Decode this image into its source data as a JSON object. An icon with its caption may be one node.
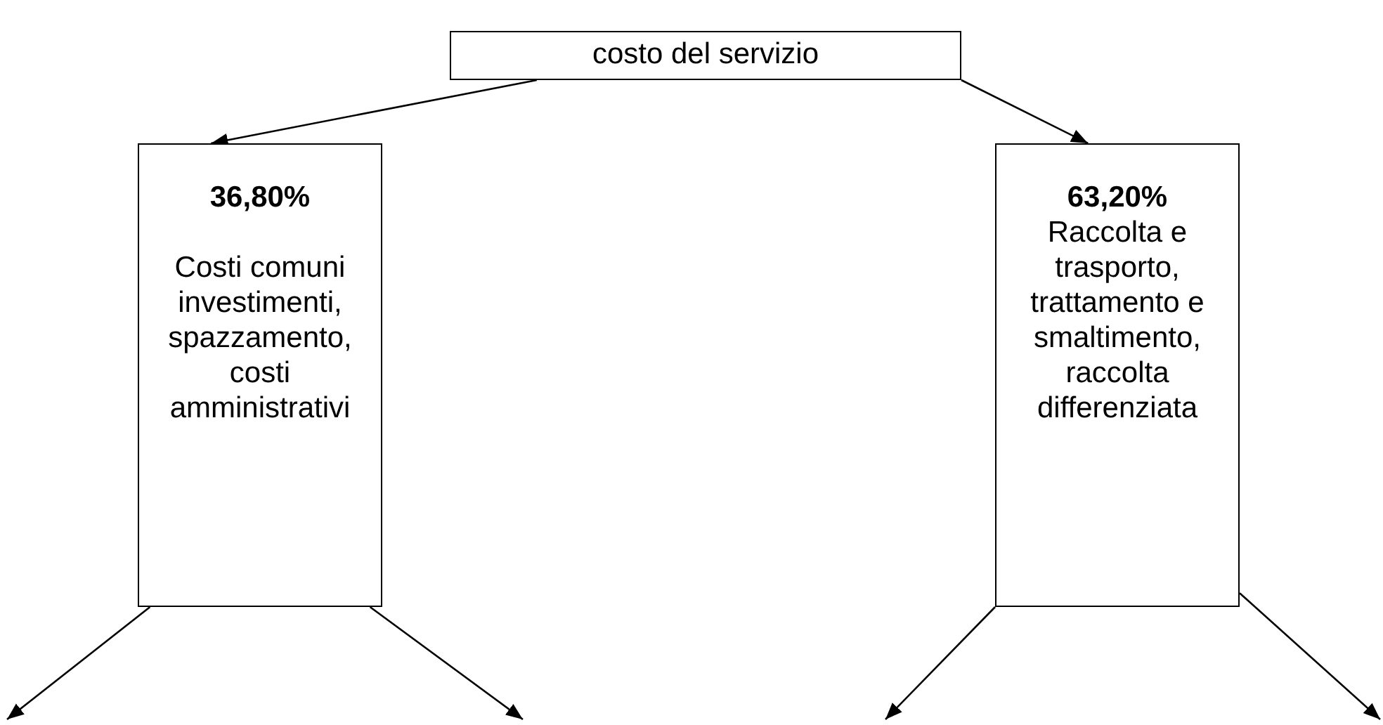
{
  "diagram": {
    "nodes": [
      {
        "text": [
          "costo del servizio"
        ]
      },
      {
        "text": [
          "36,80%",
          "Costi comuni investimenti, spazzamento, costi amministrativi"
        ]
      },
      {
        "text": [
          "63,20%",
          "Raccolta e trasporto, trattamento e smaltimento, raccolta differenziata"
        ]
      }
    ],
    "edges": [
      {
        "from": 0,
        "to": 1,
        "arrow": "to"
      },
      {
        "from": 0,
        "to": 2,
        "arrow": "to"
      },
      {
        "from": 1,
        "to": null,
        "arrow": "to"
      },
      {
        "from": 1,
        "to": null,
        "arrow": "to"
      },
      {
        "from": 2,
        "to": null,
        "arrow": "to"
      },
      {
        "from": 2,
        "to": null,
        "arrow": "to"
      }
    ]
  }
}
